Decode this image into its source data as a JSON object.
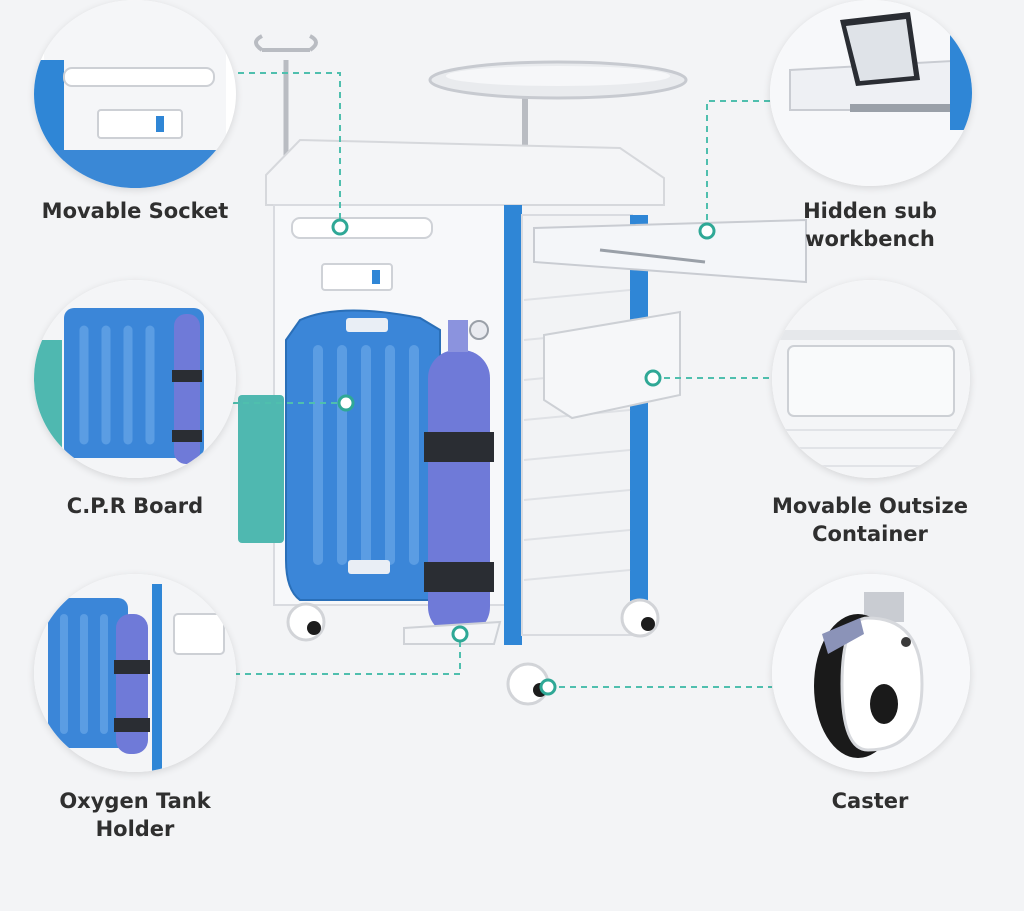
{
  "colors": {
    "background": "#f3f4f6",
    "cart_body": "#f7f8fa",
    "accent_blue": "#2f86d6",
    "board_blue": "#3b86d8",
    "oxygen_tank": "#6f7ad8",
    "teal_bin": "#4fb8b0",
    "leader_line": "#4fbfae",
    "label_text": "#2f2f2f"
  },
  "features": {
    "movable_socket": {
      "lines": [
        "Movable Socket"
      ],
      "icon": "power-strip-icon"
    },
    "cpr_board": {
      "lines": [
        "C.P.R Board"
      ],
      "icon": "cpr-board-icon"
    },
    "oxygen_tank_holder": {
      "lines": [
        "Oxygen Tank",
        "Holder"
      ],
      "icon": "oxygen-tank-icon"
    },
    "hidden_sub_workbench": {
      "lines": [
        "Hidden sub",
        "workbench"
      ],
      "icon": "tablet-icon"
    },
    "movable_outsize_container": {
      "lines": [
        "Movable Outsize",
        "Container"
      ],
      "icon": "container-icon"
    },
    "caster": {
      "lines": [
        "Caster"
      ],
      "icon": "caster-wheel-icon"
    }
  }
}
